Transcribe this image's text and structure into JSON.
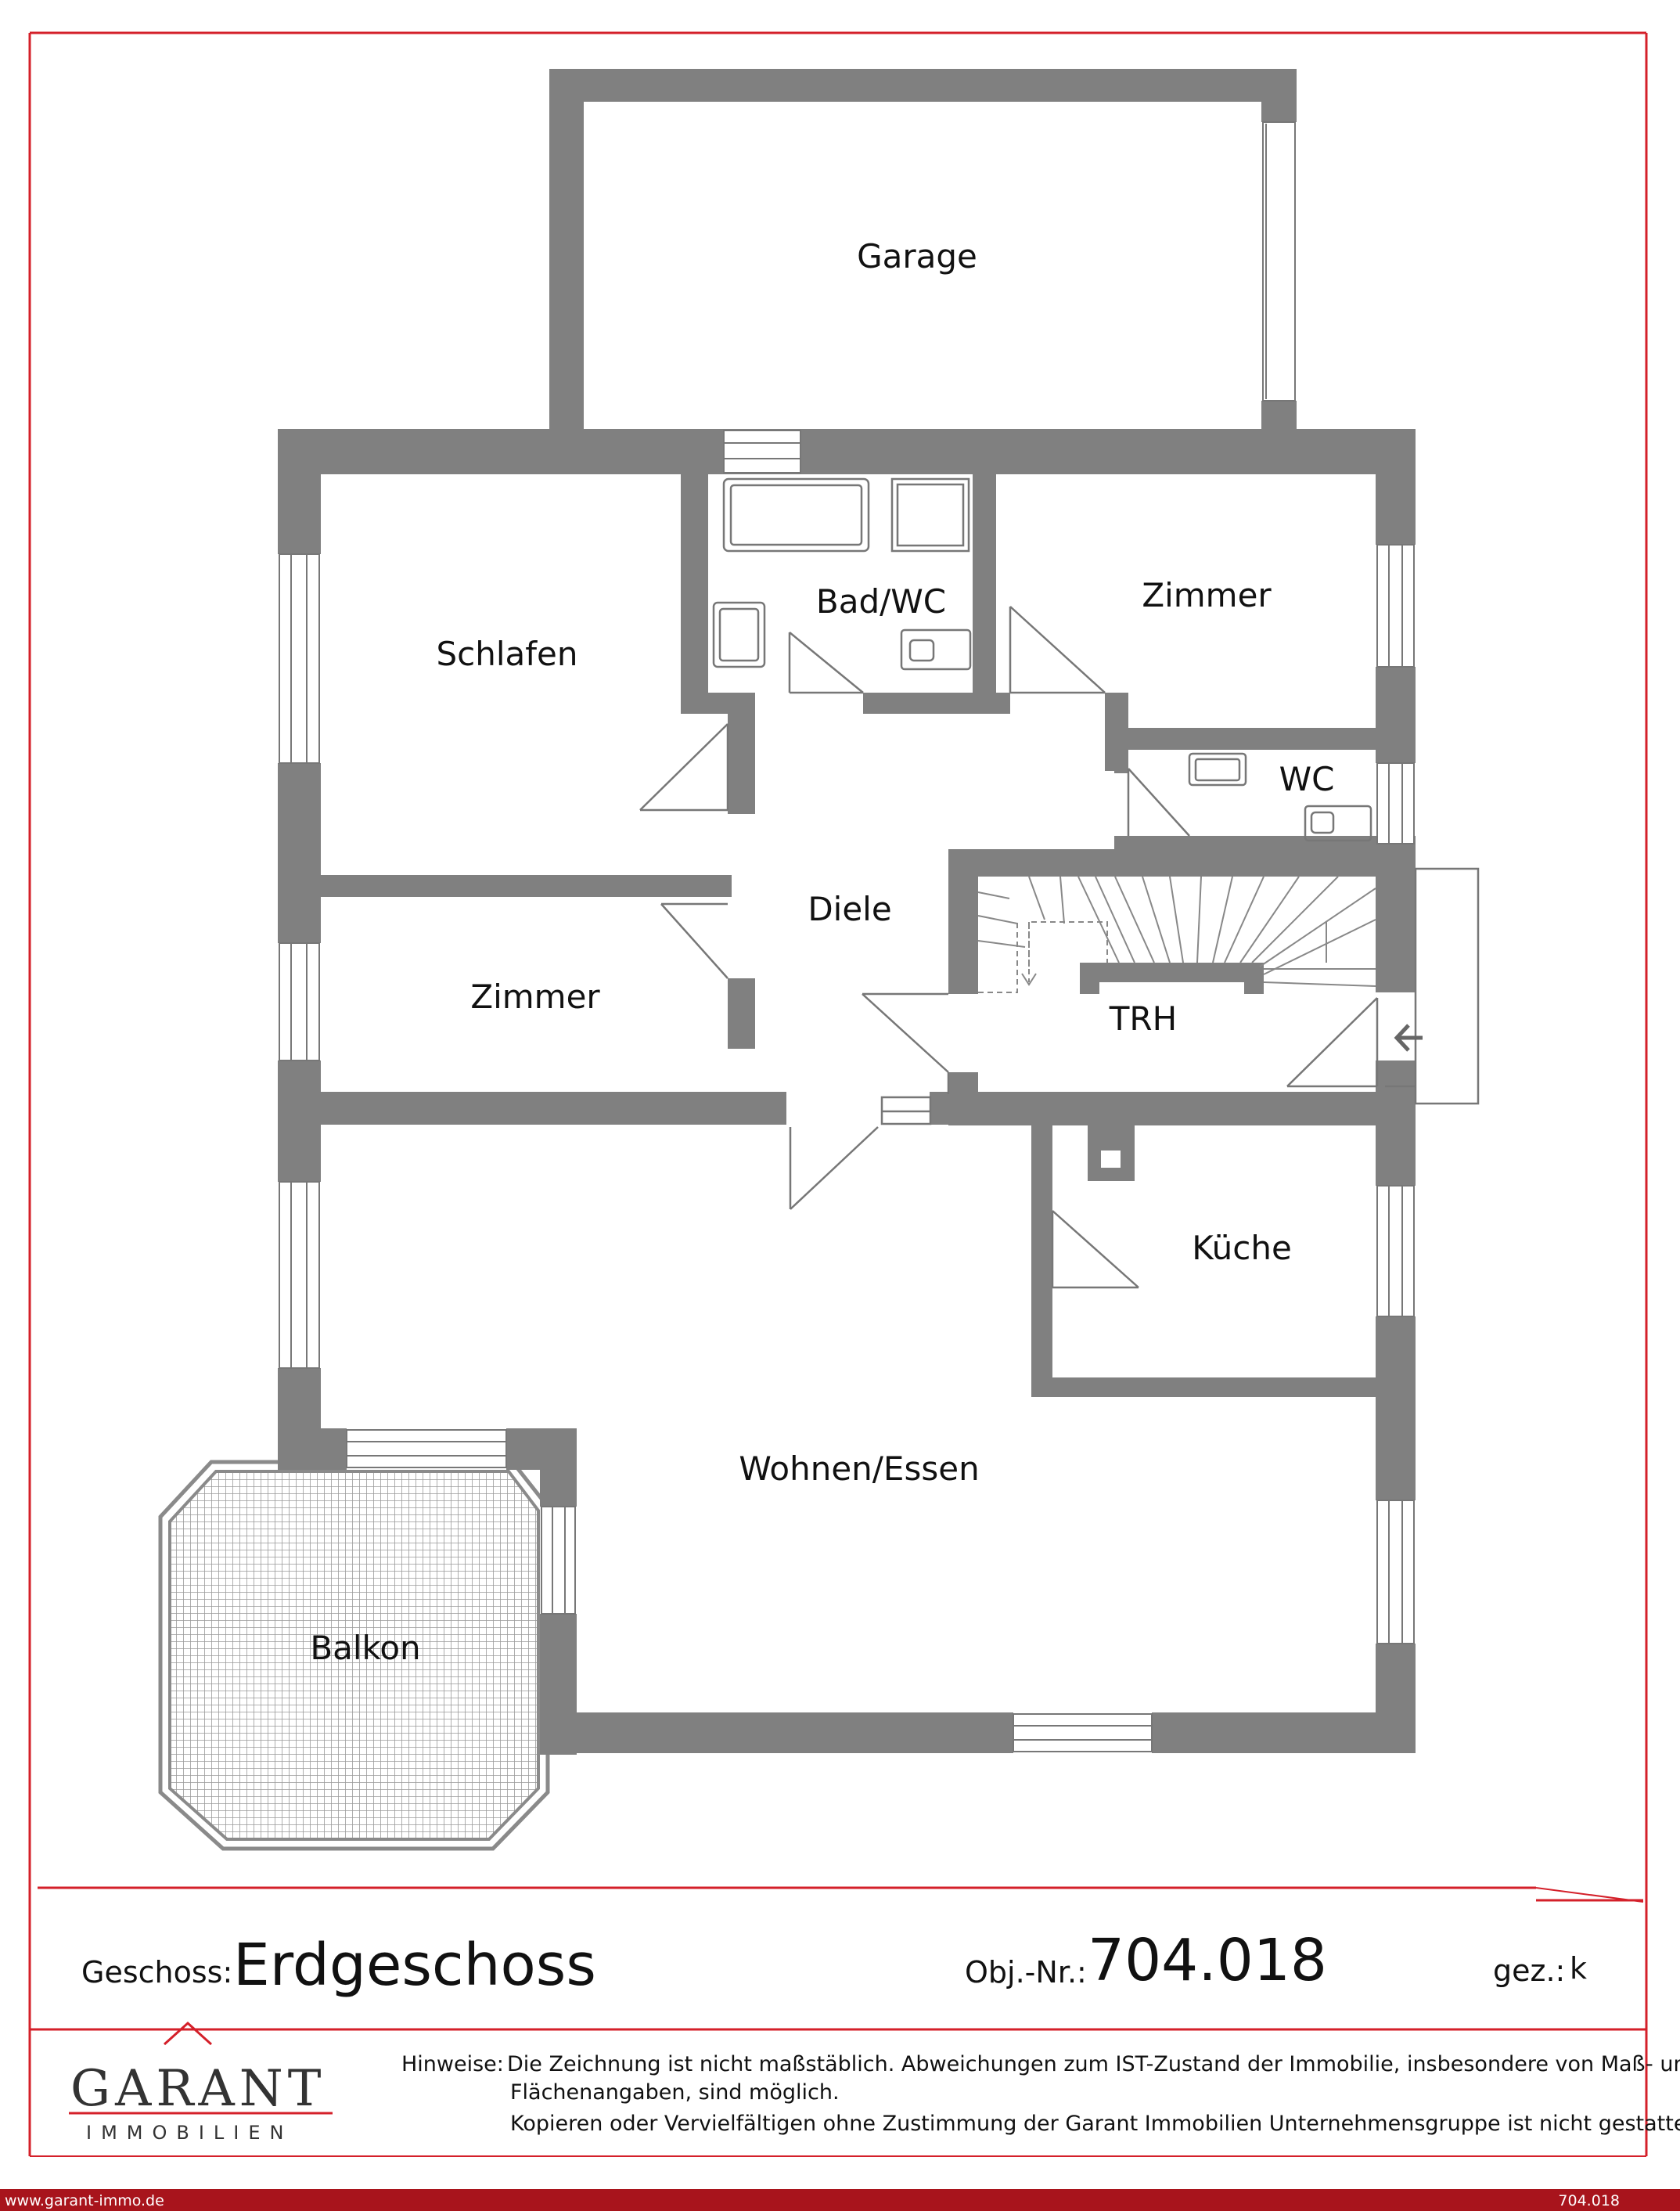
{
  "rooms": {
    "garage": "Garage",
    "schlafen": "Schlafen",
    "bad_wc": "Bad/WC",
    "zimmer_1": "Zimmer",
    "wc": "WC",
    "diele": "Diele",
    "zimmer_2": "Zimmer",
    "trh": "TRH",
    "kueche": "Küche",
    "wohnen_essen": "Wohnen/Essen",
    "balkon": "Balkon"
  },
  "header": {
    "geschoss_label": "Geschoss:",
    "geschoss_value": "Erdgeschoss",
    "obj_label": "Obj.-Nr.:",
    "obj_value": "704.018",
    "gez_label": "gez.:",
    "gez_value": "k"
  },
  "notes": {
    "label": "Hinweise:",
    "line1": "Die Zeichnung ist nicht maßstäblich. Abweichungen zum IST-Zustand der Immobilie, insbesondere von Maß- und",
    "line2": "Flächenangaben, sind möglich.",
    "line3": "Kopieren oder Vervielfältigen ohne Zustimmung der Garant Immobilien Unternehmensgruppe ist nicht gestattet!"
  },
  "logo": {
    "main": "GARANT",
    "sub": "IMMOBILIEN"
  },
  "footer": {
    "url": "www.garant-immo.de",
    "code": "704.018"
  },
  "colors": {
    "wall": "#808080",
    "frame": "#d4202a",
    "footer_bar": "#a8141c"
  }
}
